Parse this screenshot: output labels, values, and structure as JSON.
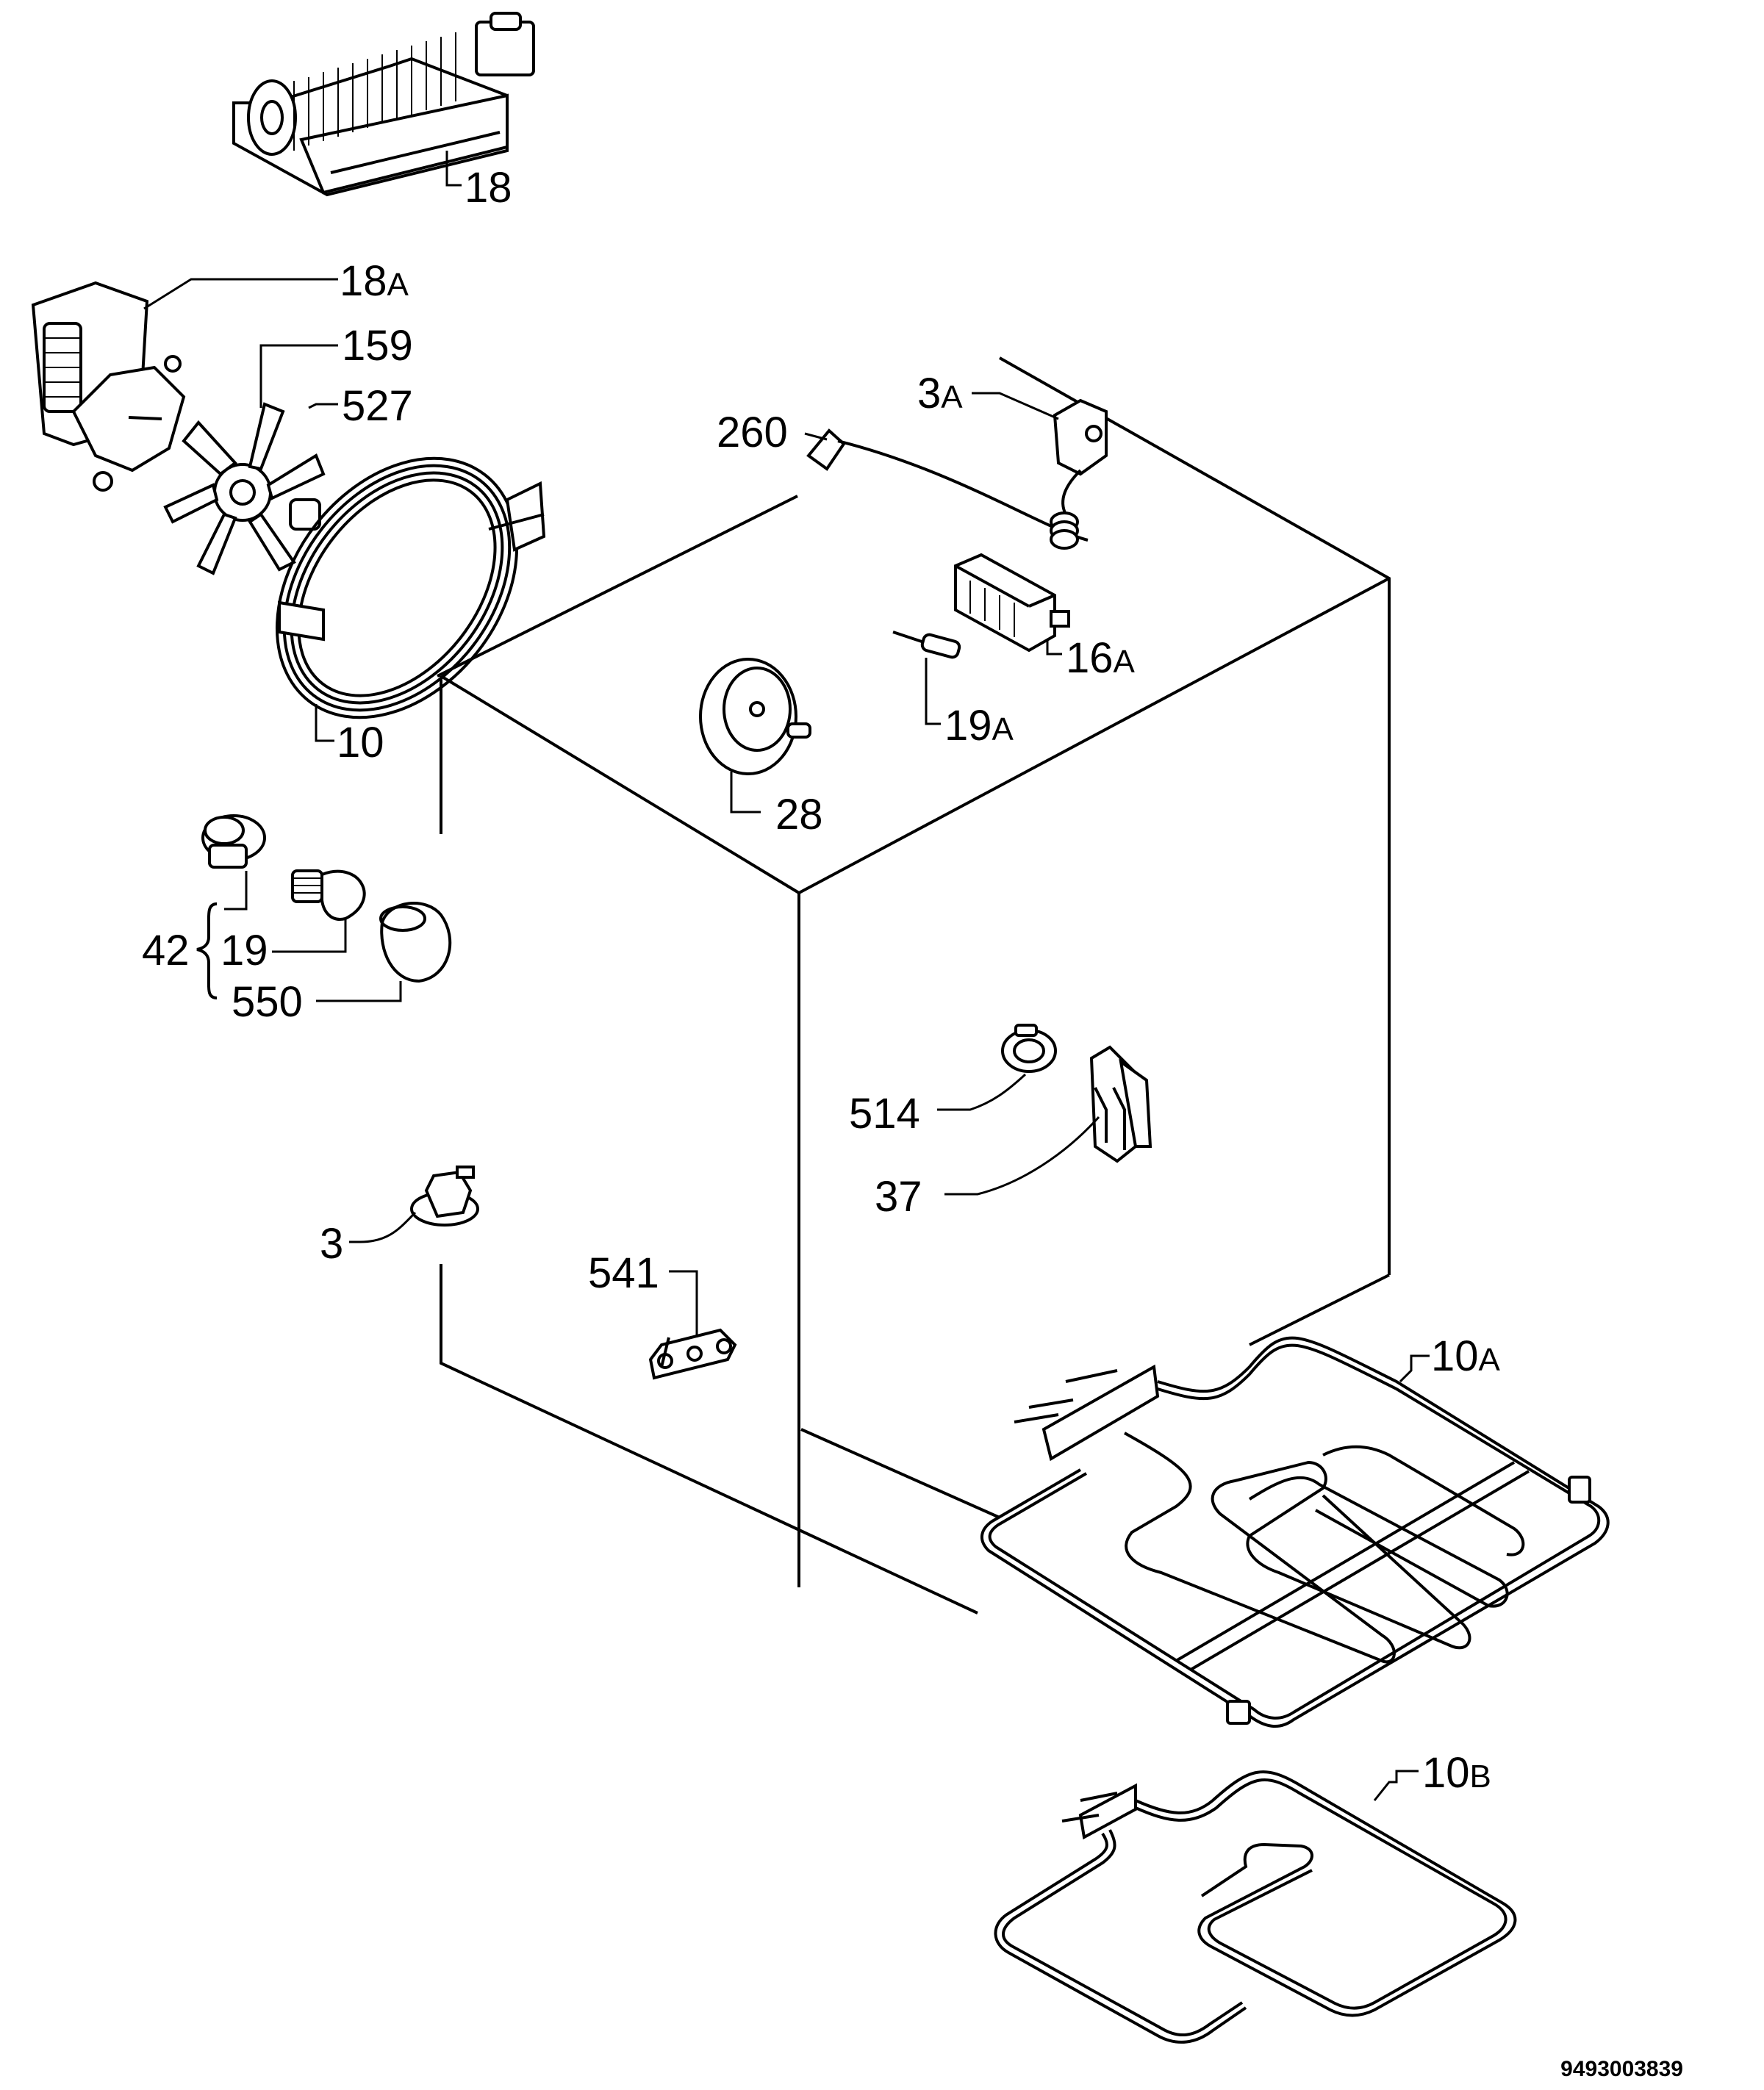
{
  "diagram_ref": "9493003839",
  "callouts": {
    "c18": {
      "num": "18",
      "suf": ""
    },
    "c18a": {
      "num": "18",
      "suf": "A"
    },
    "c159": {
      "num": "159",
      "suf": ""
    },
    "c527": {
      "num": "527",
      "suf": ""
    },
    "c10": {
      "num": "10",
      "suf": ""
    },
    "c260": {
      "num": "260",
      "suf": ""
    },
    "c3a": {
      "num": "3",
      "suf": "A"
    },
    "c16a": {
      "num": "16",
      "suf": "A"
    },
    "c19a": {
      "num": "19",
      "suf": "A"
    },
    "c28": {
      "num": "28",
      "suf": ""
    },
    "c42": {
      "num": "42",
      "suf": ""
    },
    "c19": {
      "num": "19",
      "suf": ""
    },
    "c550": {
      "num": "550",
      "suf": ""
    },
    "c514": {
      "num": "514",
      "suf": ""
    },
    "c37": {
      "num": "37",
      "suf": ""
    },
    "c3": {
      "num": "3",
      "suf": ""
    },
    "c541": {
      "num": "541",
      "suf": ""
    },
    "c10a": {
      "num": "10",
      "suf": "A"
    },
    "c10b": {
      "num": "10",
      "suf": "B"
    }
  }
}
